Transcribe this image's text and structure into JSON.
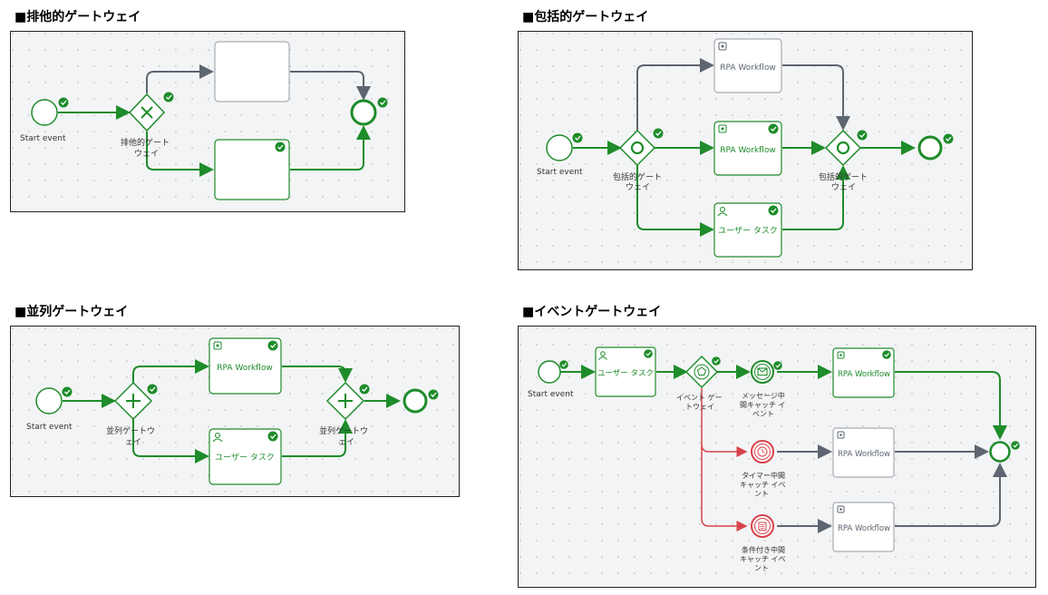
{
  "colors": {
    "green": "#1e8c2a",
    "gray": "#5d6671",
    "red": "#d8434b",
    "panel_bg": "#f3f4f5",
    "grid_dot": "#c9ccd0"
  },
  "sections": {
    "exclusive": {
      "title": "■排他的ゲートウェイ"
    },
    "inclusive": {
      "title": "■包括的ゲートウェイ"
    },
    "parallel": {
      "title": "■並列ゲートウェイ"
    },
    "event": {
      "title": "■イベントゲートウェイ"
    }
  },
  "diagram_text": {
    "start_event": "Start event",
    "exclusive_gateway": [
      "排他的ゲート",
      "ウェイ"
    ],
    "inclusive_gateway": [
      "包括的ゲート",
      "ウェイ"
    ],
    "parallel_gateway": [
      "並列ゲートウ",
      "ェイ"
    ],
    "event_gateway": [
      "イベント ゲー",
      "トウェイ"
    ],
    "rpa_workflow": "RPA Workflow",
    "user_task": "ユーザー タスク",
    "message_event": [
      "メッセージ中",
      "間キャッチ イ",
      "ベント"
    ],
    "timer_event": [
      "タイマー中間",
      "キャッチ イベ",
      "ント"
    ],
    "condition_event": [
      "条件付き中間",
      "キャッチ イベ",
      "ント"
    ]
  },
  "icons": [
    "check-badge-icon",
    "x-icon",
    "plus-icon",
    "circle-icon",
    "pentagon-icon",
    "robot-icon",
    "user-icon",
    "envelope-icon",
    "clock-icon",
    "list-icon"
  ]
}
